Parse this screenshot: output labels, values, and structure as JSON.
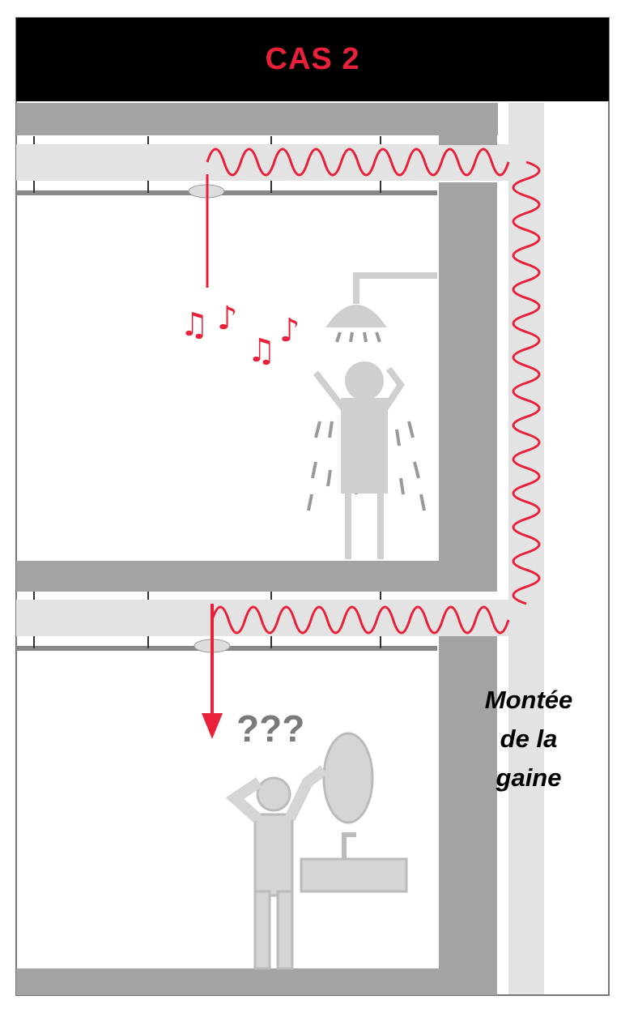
{
  "header": {
    "title": "CAS 2"
  },
  "labels": {
    "question": "???",
    "shaft_line1": "Montée",
    "shaft_line2": "de la",
    "shaft_line3": "gaine"
  },
  "icons": [
    "music-notes-icon",
    "shower-person-icon",
    "confused-person-icon",
    "mirror-icon",
    "sink-icon",
    "arrow-down-icon"
  ],
  "colors": {
    "accent": "#e8203a",
    "wall": "#a3a3a3",
    "duct": "#e3e3e3",
    "figure": "#cfcfcf",
    "header_bg": "#000000"
  }
}
